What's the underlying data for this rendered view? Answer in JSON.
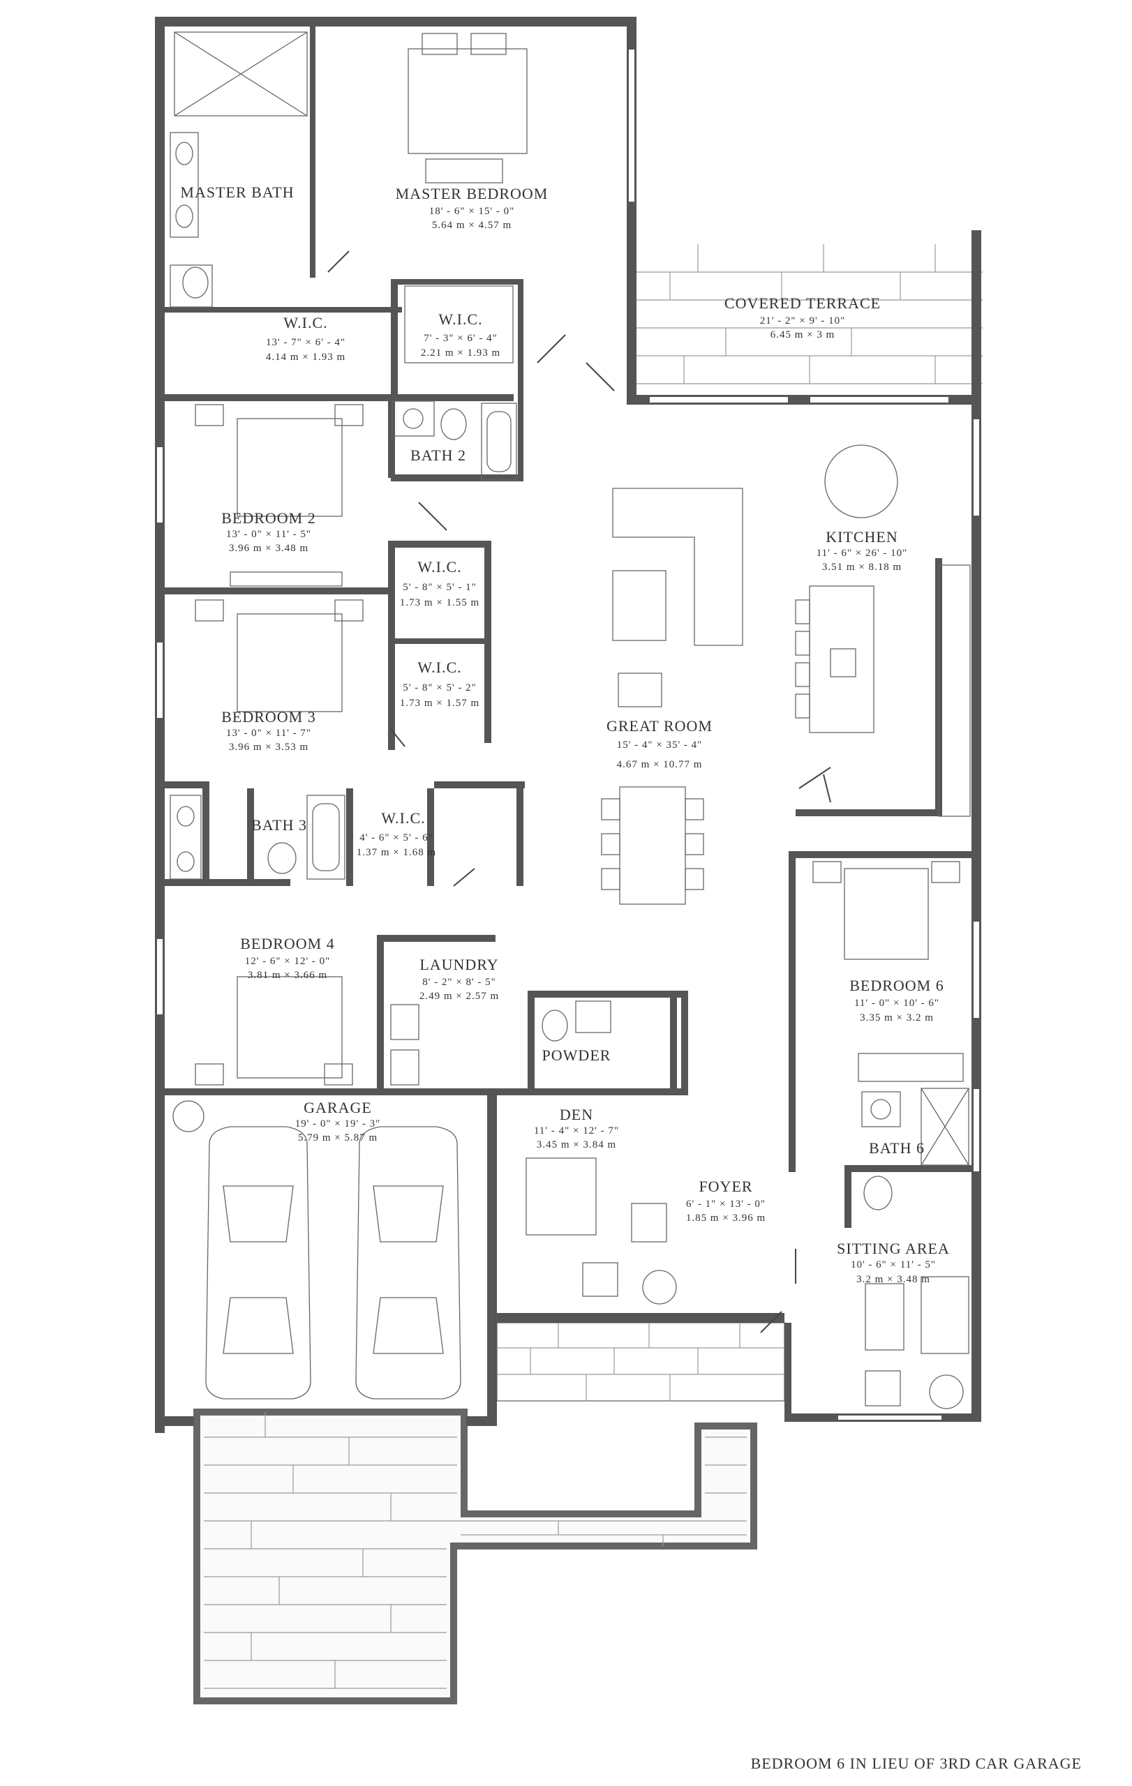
{
  "note": "BEDROOM 6 IN LIEU OF 3RD CAR GARAGE",
  "rooms": [
    {
      "id": "master-bath",
      "name": "MASTER BATH"
    },
    {
      "id": "master-bedroom",
      "name": "MASTER BEDROOM",
      "dim_ft": "18' - 6\" × 15' - 0\"",
      "dim_m": "5.64 m × 4.57 m"
    },
    {
      "id": "covered-terrace",
      "name": "COVERED TERRACE",
      "dim_ft": "21' - 2\" × 9' - 10\"",
      "dim_m": "6.45 m × 3 m"
    },
    {
      "id": "wic-master-1",
      "name": "W.I.C.",
      "dim_ft": "13' - 7\" × 6' - 4\"",
      "dim_m": "4.14 m × 1.93 m"
    },
    {
      "id": "wic-master-2",
      "name": "W.I.C.",
      "dim_ft": "7' - 3\" × 6' - 4\"",
      "dim_m": "2.21 m × 1.93 m"
    },
    {
      "id": "bath-2",
      "name": "BATH 2"
    },
    {
      "id": "bedroom-2",
      "name": "BEDROOM 2",
      "dim_ft": "13' - 0\" × 11' - 5\"",
      "dim_m": "3.96 m × 3.48 m"
    },
    {
      "id": "kitchen",
      "name": "KITCHEN",
      "dim_ft": "11' - 6\" × 26' - 10\"",
      "dim_m": "3.51 m × 8.18 m"
    },
    {
      "id": "wic-bed2",
      "name": "W.I.C.",
      "dim_ft": "5' - 8\" × 5' - 1\"",
      "dim_m": "1.73 m × 1.55 m"
    },
    {
      "id": "wic-bed3",
      "name": "W.I.C.",
      "dim_ft": "5' - 8\" × 5' - 2\"",
      "dim_m": "1.73 m × 1.57 m"
    },
    {
      "id": "bedroom-3",
      "name": "BEDROOM 3",
      "dim_ft": "13' - 0\" × 11' - 7\"",
      "dim_m": "3.96 m × 3.53 m"
    },
    {
      "id": "great-room",
      "name": "GREAT ROOM",
      "dim_ft": "15' - 4\" × 35' - 4\"",
      "dim_m": "4.67 m × 10.77 m"
    },
    {
      "id": "bath-3",
      "name": "BATH 3"
    },
    {
      "id": "wic-bed4",
      "name": "W.I.C.",
      "dim_ft": "4' - 6\" × 5' - 6\"",
      "dim_m": "1.37 m × 1.68 m"
    },
    {
      "id": "bedroom-4",
      "name": "BEDROOM 4",
      "dim_ft": "12' - 6\" × 12' - 0\"",
      "dim_m": "3.81 m × 3.66 m"
    },
    {
      "id": "laundry",
      "name": "LAUNDRY",
      "dim_ft": "8' - 2\" × 8' - 5\"",
      "dim_m": "2.49 m × 2.57 m"
    },
    {
      "id": "bedroom-6",
      "name": "BEDROOM 6",
      "dim_ft": "11' - 0\" × 10' - 6\"",
      "dim_m": "3.35 m × 3.2 m"
    },
    {
      "id": "powder",
      "name": "POWDER"
    },
    {
      "id": "garage",
      "name": "GARAGE",
      "dim_ft": "19' - 0\" × 19' - 3\"",
      "dim_m": "5.79 m × 5.87 m"
    },
    {
      "id": "den",
      "name": "DEN",
      "dim_ft": "11' - 4\" × 12' - 7\"",
      "dim_m": "3.45 m × 3.84 m"
    },
    {
      "id": "bath-6",
      "name": "BATH 6"
    },
    {
      "id": "foyer",
      "name": "FOYER",
      "dim_ft": "6' - 1\" × 13' - 0\"",
      "dim_m": "1.85 m × 3.96 m"
    },
    {
      "id": "sitting-area",
      "name": "SITTING AREA",
      "dim_ft": "10' - 6\" × 11' - 5\"",
      "dim_m": "3.2 m × 3.48 m"
    }
  ]
}
